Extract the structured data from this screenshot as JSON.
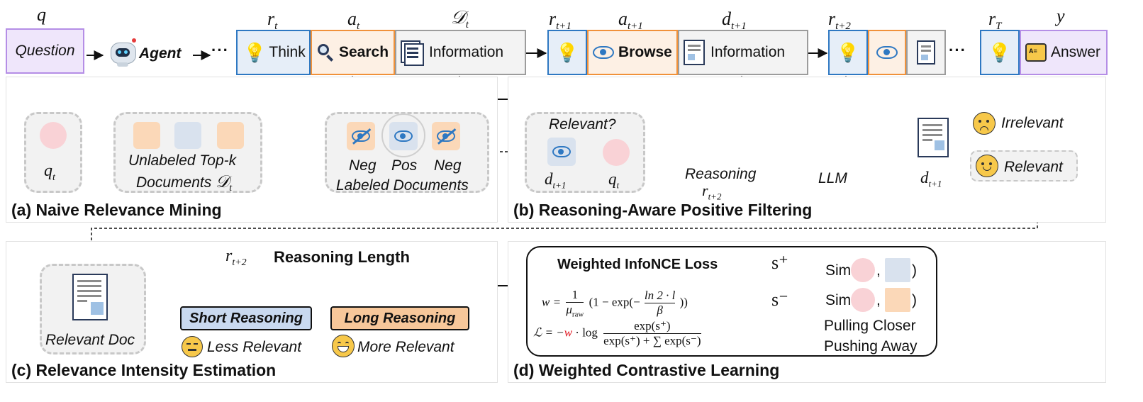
{
  "top": {
    "question_label": "Question",
    "agent_label": "Agent",
    "think_label": "Think",
    "search_label": "Search",
    "information_label": "Information",
    "browse_label": "Browse",
    "information2_label": "Information",
    "answer_label": "Answer",
    "ellipsis": "···",
    "math": {
      "q": "q",
      "rt": "r",
      "rt_sub": "t",
      "at": "a",
      "at_sub": "t",
      "Dt": "𝒟",
      "Dt_sub": "t",
      "rt1": "r",
      "rt1_sub": "t+1",
      "at1": "a",
      "at1_sub": "t+1",
      "dt1": "d",
      "dt1_sub": "t+1",
      "rt2": "r",
      "rt2_sub": "t+2",
      "rT": "r",
      "rT_sub": "T",
      "y": "y"
    }
  },
  "panel_a": {
    "caption": "(a) Naive Relevance Mining",
    "qt": "q",
    "qt_sub": "t",
    "unlabeled": "Unlabeled Top-k",
    "documents": "Documents",
    "Dt": "𝒟",
    "Dt_sub": "t",
    "neg1": "Neg",
    "pos": "Pos",
    "neg2": "Neg",
    "labeled": "Labeled Documents"
  },
  "panel_b": {
    "caption": "(b) Reasoning-Aware Positive Filtering",
    "relevant_q": "Relevant?",
    "dt1": "d",
    "dt1_sub": "t+1",
    "qt": "q",
    "qt_sub": "t",
    "reasoning": "Reasoning",
    "rt2": "r",
    "rt2_sub": "t+2",
    "llm": "LLM",
    "dt1b": "d",
    "dt1b_sub": "t+1",
    "irrelevant": "Irrelevant",
    "relevant": "Relevant"
  },
  "panel_c": {
    "caption": "(c) Relevance Intensity Estimation",
    "rt2": "r",
    "rt2_sub": "t+2",
    "reasoning_length": "Reasoning Length",
    "short_reasoning": "Short Reasoning",
    "long_reasoning": "Long Reasoning",
    "less_relevant": "Less Relevant",
    "more_relevant": "More Relevant",
    "relevant_doc": "Relevant Doc"
  },
  "panel_d": {
    "caption": "(d) Weighted Contrastive Learning",
    "loss_title": "Weighted InfoNCE Loss",
    "w_eq": "w =",
    "one": "1",
    "mu_raw": "μ",
    "mu_sub": "raw",
    "paren_open": "(1 − exp(−",
    "ln_num": "ln 2 · l",
    "beta": "β",
    "paren_close": "))",
    "L_eq": "ℒ = −",
    "w_red": "w",
    "log_part": " · log",
    "exp_num": "exp(s⁺)",
    "exp_den": "exp(s⁺) + ∑ exp(s⁻)",
    "s_plus": "s⁺",
    "s_minus": "s⁻",
    "sim": "Sim(",
    "comma": ",",
    "close": ")",
    "pulling": "Pulling Closer",
    "pushing": "Pushing Away"
  },
  "colors": {
    "purple_border": "#b58ee6",
    "purple_fill": "#efe6fb",
    "blue_border": "#2e78c2",
    "blue_fill": "#e6eef8",
    "orange_border": "#f0913a",
    "orange_fill": "#fdf0e4",
    "gray_border": "#9c9c9c",
    "gray_fill": "#f3f3f3",
    "red": "#e0141e"
  }
}
